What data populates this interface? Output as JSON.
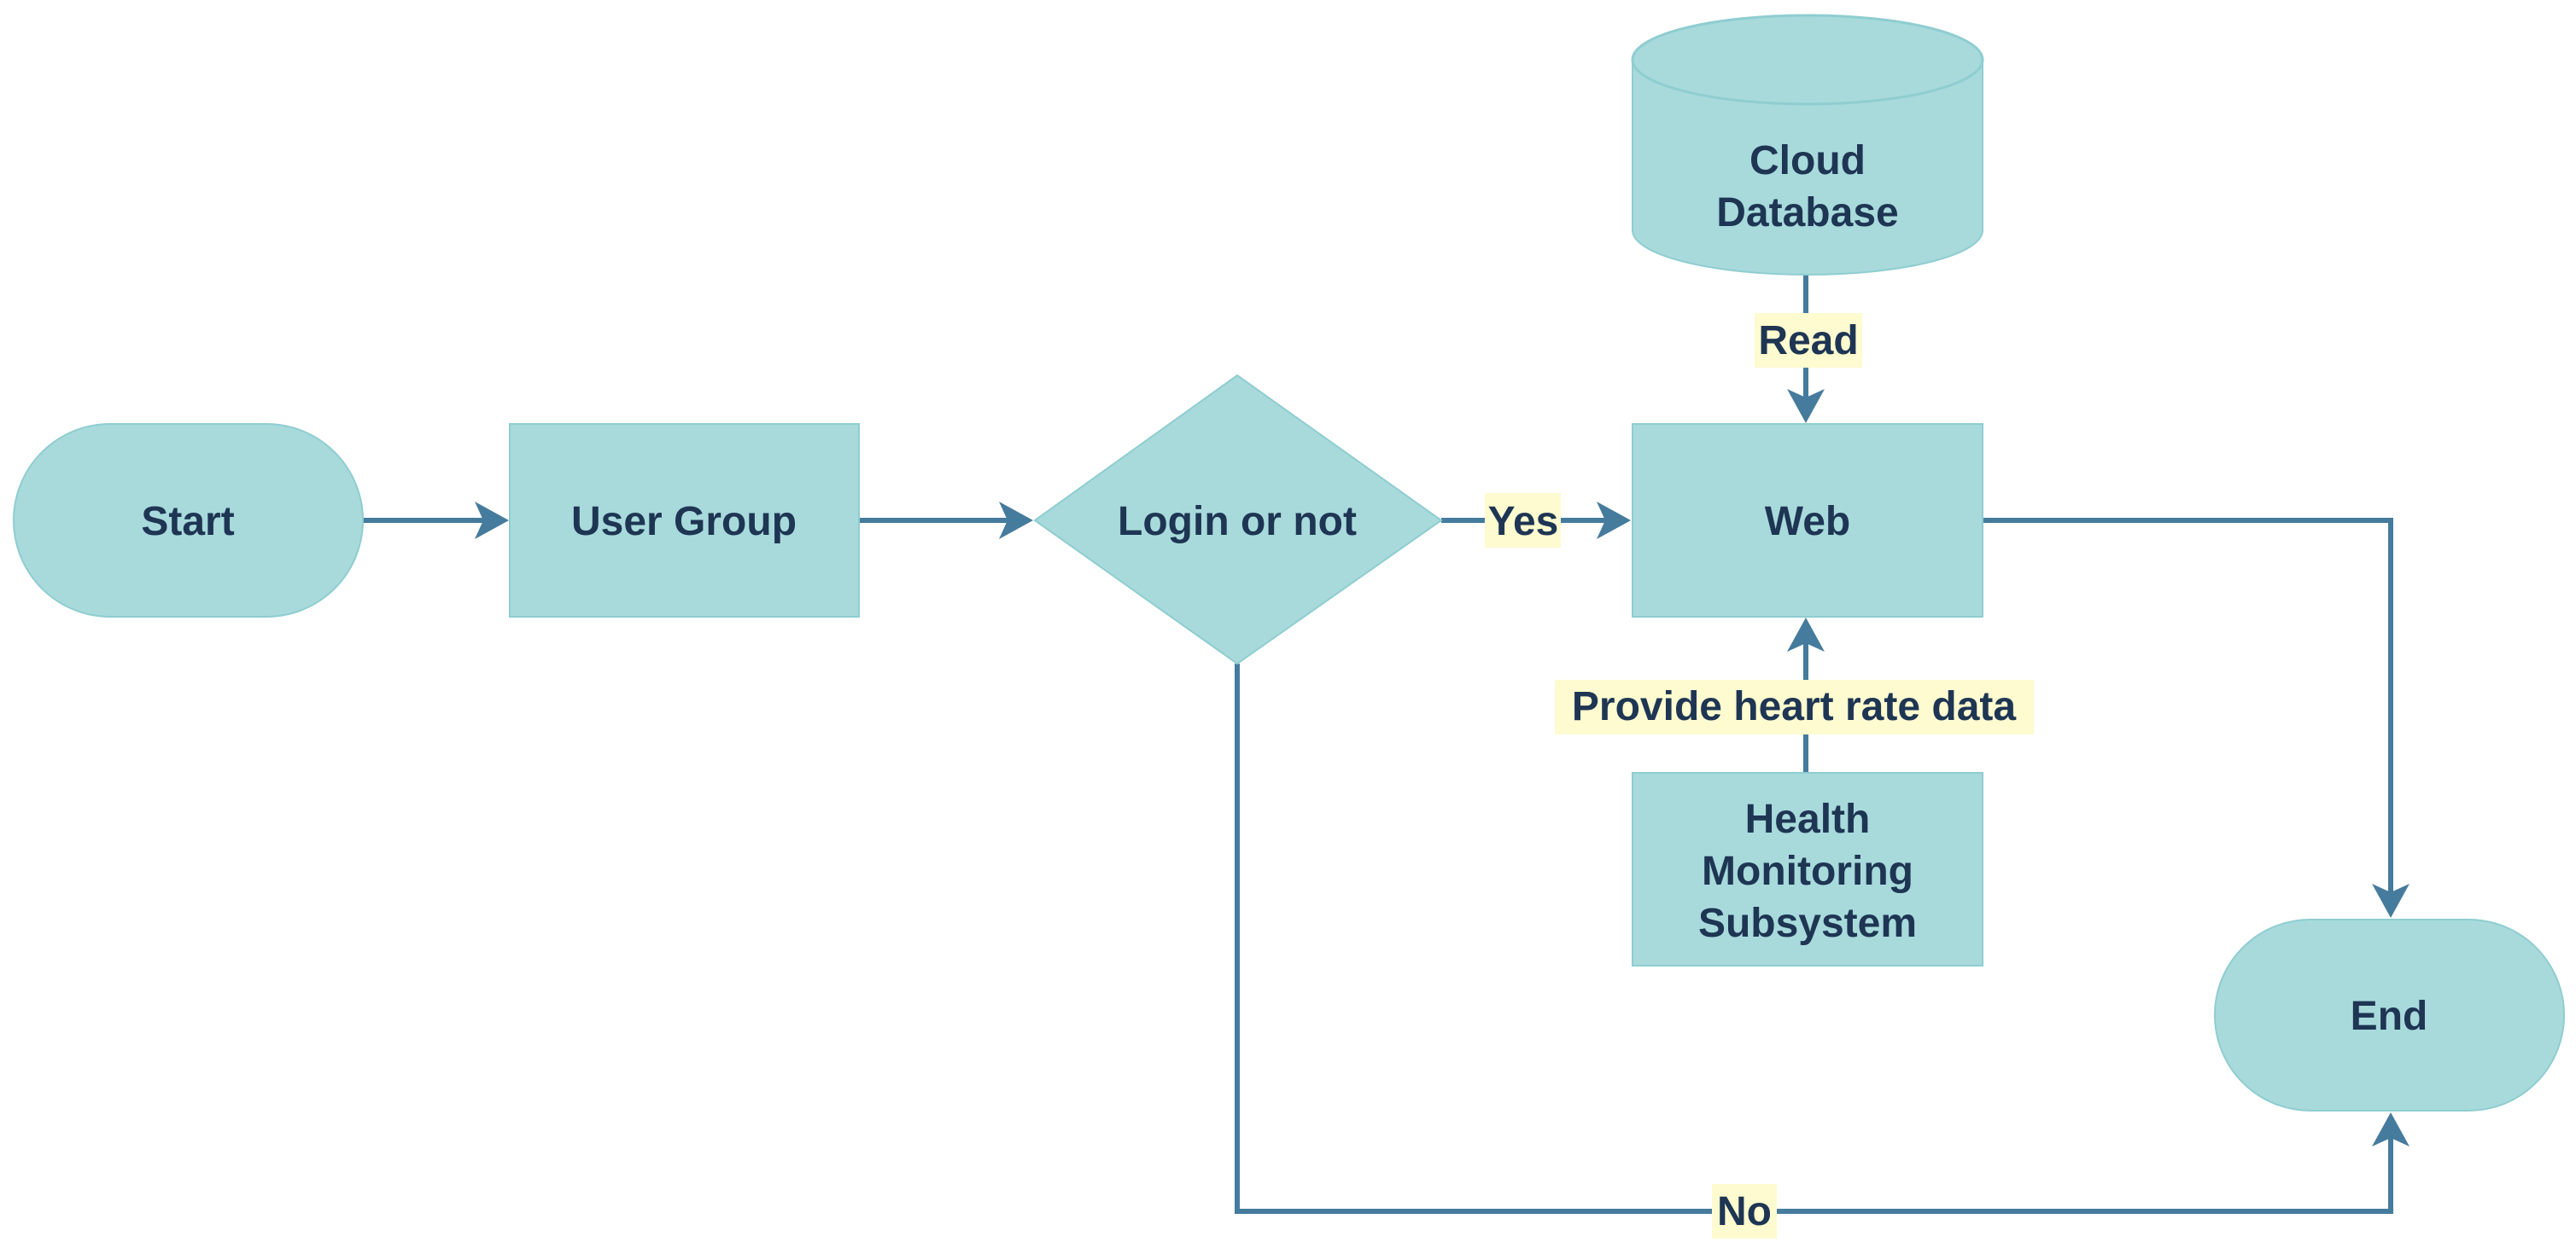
{
  "colors": {
    "node_fill": "#a8dadc",
    "node_stroke": "#8fcdd0",
    "edge": "#457b9d",
    "text": "#1e3553",
    "label_bg": "#fdfbcf"
  },
  "nodes": {
    "start": {
      "lines": [
        "Start"
      ]
    },
    "user_group": {
      "lines": [
        "User Group"
      ]
    },
    "login": {
      "lines": [
        "Login or not"
      ]
    },
    "web": {
      "lines": [
        "Web"
      ]
    },
    "cloud_db": {
      "lines": [
        "Cloud",
        "Database"
      ]
    },
    "health": {
      "lines": [
        "Health",
        "Monitoring",
        "Subsystem"
      ]
    },
    "end": {
      "lines": [
        "End"
      ]
    }
  },
  "edges": {
    "start_to_user": {
      "from": "Start",
      "to": "User Group",
      "label": ""
    },
    "user_to_login": {
      "from": "User Group",
      "to": "Login or not",
      "label": ""
    },
    "login_yes": {
      "from": "Login or not",
      "to": "Web",
      "label": "Yes"
    },
    "db_read": {
      "from": "Cloud Database",
      "to": "Web",
      "label": "Read"
    },
    "health_provide": {
      "from": "Health Monitoring Subsystem",
      "to": "Web",
      "label": "Provide heart rate data"
    },
    "web_to_end": {
      "from": "Web",
      "to": "End",
      "label": ""
    },
    "login_no": {
      "from": "Login or not",
      "to": "End",
      "label": "No"
    }
  }
}
